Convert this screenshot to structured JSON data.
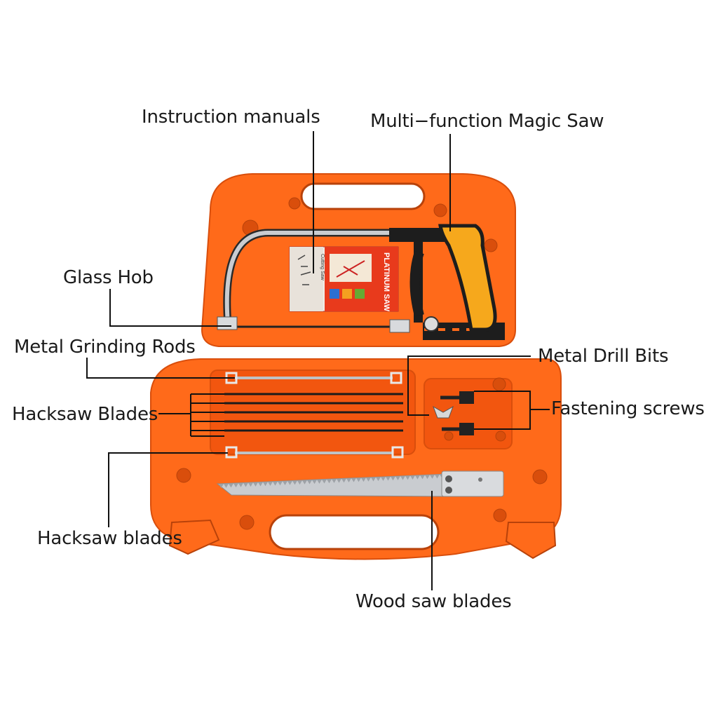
{
  "colors": {
    "case": "#ff6a1a",
    "case_dark": "#d94e0c",
    "case_shadow": "#b8420a",
    "recess": "#f2560f",
    "steel": "#c9ccd0",
    "handle_black": "#1d1d1d",
    "handle_yellow": "#f6a81c",
    "leader": "#111111"
  },
  "manual": {
    "title": "PLATINUM SAW",
    "side_text": "Cutting Saw"
  },
  "callouts": {
    "instruction_manuals": "Instruction manuals",
    "magic_saw": "Multi−function Magic Saw",
    "glass_hob": "Glass Hob",
    "metal_grinding_rods": "Metal Grinding Rods",
    "metal_drill_bits": "Metal Drill Bits",
    "hacksaw_blades_upper": "Hacksaw Blades",
    "fastening_screws": "Fastening screws",
    "hacksaw_blades_lower": "Hacksaw blades",
    "wood_saw_blades": "Wood saw blades"
  }
}
